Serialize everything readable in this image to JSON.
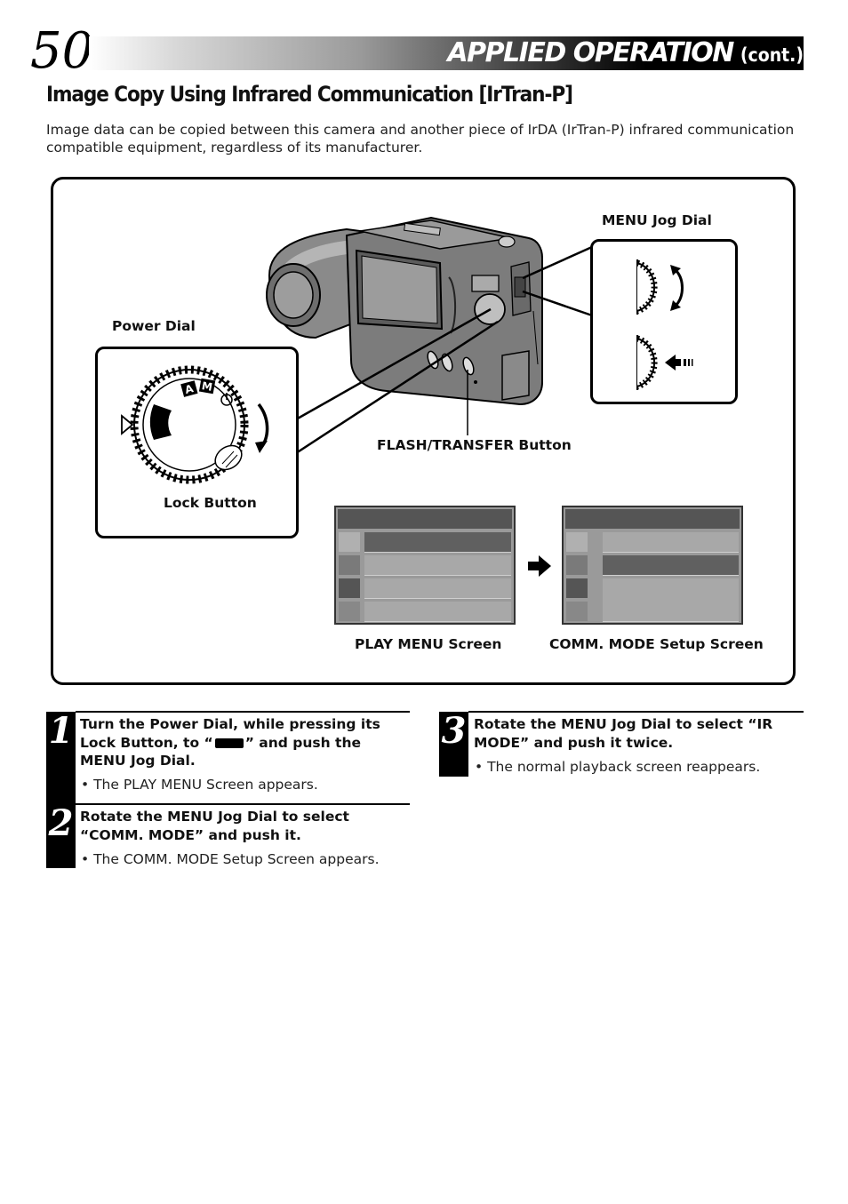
{
  "page_number": "50",
  "header": {
    "title": "APPLIED OPERATION",
    "cont": "(cont.)"
  },
  "section_title": "Image Copy Using Infrared Communication [IrTran-P]",
  "intro": "Image data can be copied between this camera and another piece of IrDA (IrTran-P) infrared communication compatible equipment, regardless of its manufacturer.",
  "figure": {
    "labels": {
      "menu_jog_dial": "MENU Jog Dial",
      "power_dial": "Power Dial",
      "flash_transfer_button": "FLASH/TRANSFER Button",
      "lock_button": "Lock Button",
      "play_menu_screen": "PLAY MENU Screen",
      "comm_mode_screen": "COMM. MODE Setup Screen"
    },
    "dial_letters": [
      "A",
      "M"
    ]
  },
  "steps": [
    {
      "number": "1",
      "head_before": "Turn the Power Dial, while pressing its Lock Button, to “",
      "head_after": "” and push the MENU Jog Dial.",
      "note": "• The PLAY MENU Screen appears."
    },
    {
      "number": "2",
      "head": "Rotate the MENU Jog Dial to select “COMM. MODE” and push it.",
      "note": "• The COMM. MODE Setup Screen appears."
    },
    {
      "number": "3",
      "head": "Rotate the MENU Jog Dial to select “IR MODE” and push it twice.",
      "note": "• The normal playback screen reappears."
    }
  ]
}
